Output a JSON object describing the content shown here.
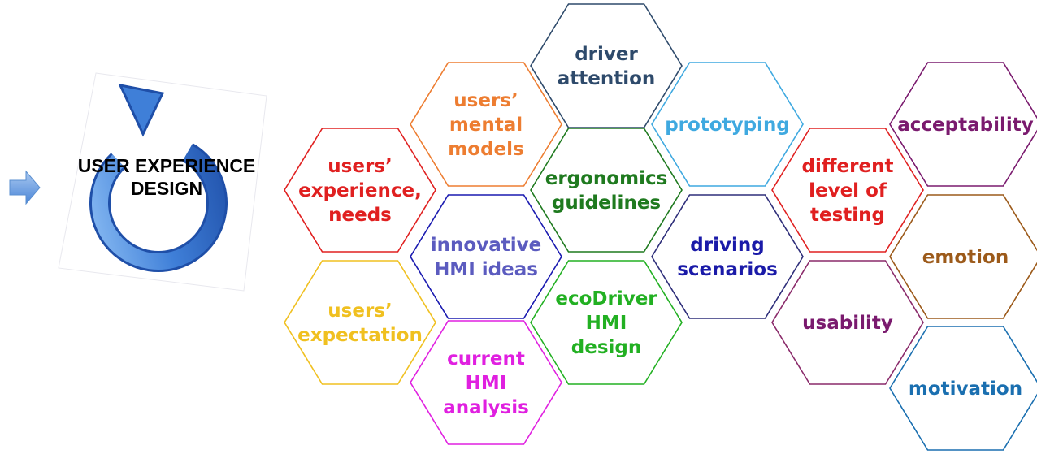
{
  "title": {
    "line1": "USER EXPERIENCE",
    "line2": "DESIGN"
  },
  "hexagons": [
    {
      "id": "driver-attention",
      "lines": [
        "driver",
        "attention"
      ],
      "color": "#2e4a6b"
    },
    {
      "id": "users-mental-models",
      "lines": [
        "users’",
        "mental",
        "models"
      ],
      "color": "#ed7d31"
    },
    {
      "id": "prototyping",
      "lines": [
        "prototyping"
      ],
      "color": "#3fa9e0"
    },
    {
      "id": "acceptability",
      "lines": [
        "acceptability"
      ],
      "color": "#7a1a6e"
    },
    {
      "id": "users-experience-needs",
      "lines": [
        "users’",
        "experience,",
        "needs"
      ],
      "color": "#e02020"
    },
    {
      "id": "ergonomics-guidelines",
      "lines": [
        "ergonomics",
        "guidelines"
      ],
      "color": "#1f7a1f"
    },
    {
      "id": "different-level-of-testing",
      "lines": [
        "different",
        "level of",
        "testing"
      ],
      "color": "#e02020"
    },
    {
      "id": "innovative-hmi-ideas",
      "lines": [
        "innovative",
        "HMI ideas"
      ],
      "color": "#5b5bbf",
      "border": "#1a1ab0"
    },
    {
      "id": "driving-scenarios",
      "lines": [
        "driving",
        "scenarios"
      ],
      "color": "#1a1aa8",
      "border": "#2e2e7a"
    },
    {
      "id": "emotion",
      "lines": [
        "emotion"
      ],
      "color": "#9c5a1a"
    },
    {
      "id": "users-expectation",
      "lines": [
        "users’",
        "expectation"
      ],
      "color": "#f0c020"
    },
    {
      "id": "ecodriver-hmi-design",
      "lines": [
        "ecoDriver",
        "HMI",
        "design"
      ],
      "color": "#22b022"
    },
    {
      "id": "usability",
      "lines": [
        "usability"
      ],
      "color": "#7a1a6e",
      "border": "#8a2a6a"
    },
    {
      "id": "current-hmi-analysis",
      "lines": [
        "current",
        "HMI",
        "analysis"
      ],
      "color": "#e020e0"
    },
    {
      "id": "motivation",
      "lines": [
        "motivation"
      ],
      "color": "#1a6fb0"
    }
  ]
}
